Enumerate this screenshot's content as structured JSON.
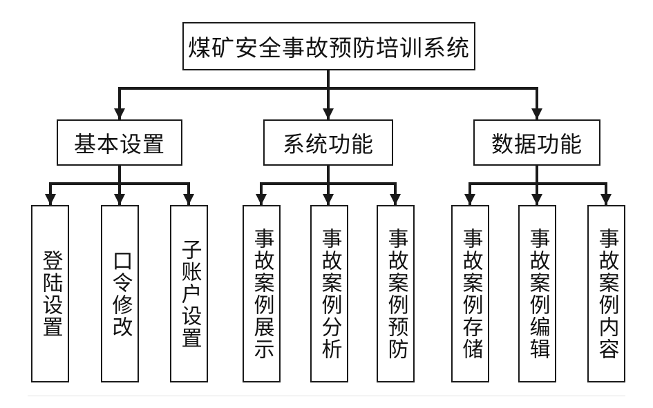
{
  "root": {
    "label": "煤矿安全事故预防培训系统"
  },
  "categories": [
    {
      "label": "基本设置",
      "children": [
        "登陆设置",
        "口令修改",
        "子账户设置"
      ]
    },
    {
      "label": "系统功能",
      "children": [
        "事故案例展示",
        "事故案例分析",
        "事故案例预防"
      ]
    },
    {
      "label": "数据功能",
      "children": [
        "事故案例存储",
        "事故案例编辑",
        "事故案例内容"
      ]
    }
  ],
  "colors": {
    "line": "#1a1a1a",
    "box_border": "#1a1a1a",
    "text": "#111111"
  }
}
